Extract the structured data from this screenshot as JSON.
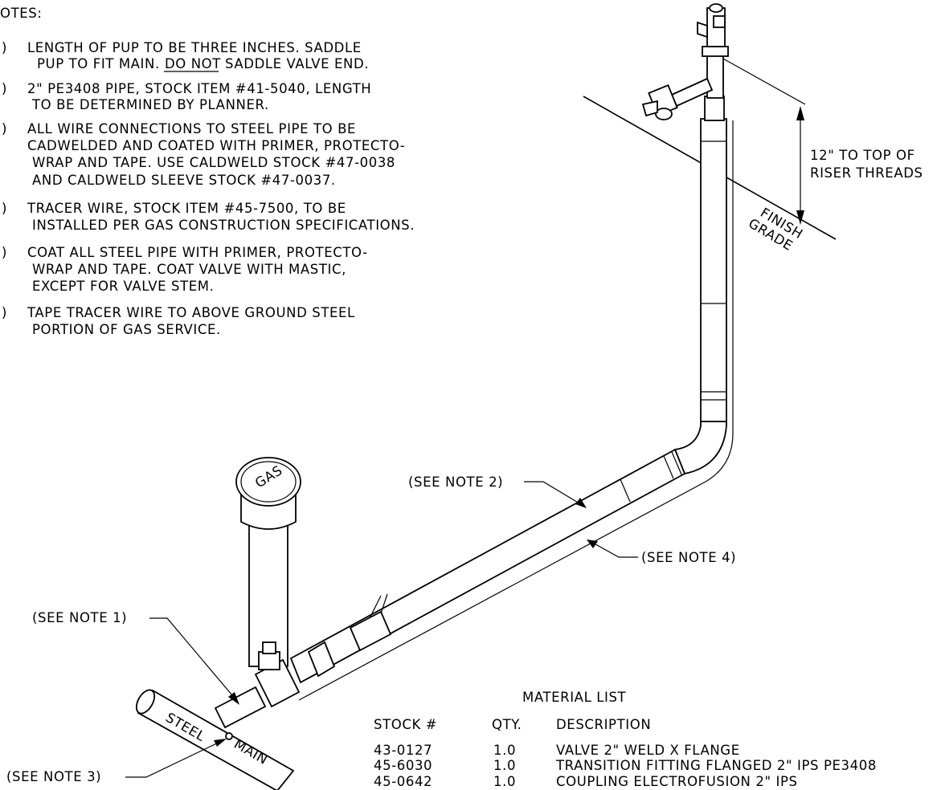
{
  "notes": {
    "heading": "OTES:",
    "items": [
      {
        "marker": ")",
        "lines": [
          "LENGTH OF PUP TO BE THREE INCHES. SADDLE",
          "PUP TO FIT MAIN.",
          "DO NOT",
          "SADDLE VALVE END."
        ]
      },
      {
        "marker": ")",
        "lines": [
          "2\" PE3408 PIPE, STOCK ITEM #41-5040, LENGTH",
          "TO BE DETERMINED BY PLANNER."
        ]
      },
      {
        "marker": ")",
        "lines": [
          "ALL WIRE CONNECTIONS TO STEEL PIPE TO BE",
          "CADWELDED AND COATED WITH PRIMER, PROTECTO-",
          "WRAP AND TAPE.  USE CALDWELD STOCK   #47-0038",
          "AND CALDWELD SLEEVE STOCK #47-0037."
        ]
      },
      {
        "marker": ")",
        "lines": [
          "TRACER WIRE, STOCK ITEM #45-7500, TO BE",
          "INSTALLED PER GAS CONSTRUCTION SPECIFICATIONS."
        ]
      },
      {
        "marker": ")",
        "lines": [
          "COAT ALL STEEL PIPE WITH PRIMER, PROTECTO-",
          "WRAP AND TAPE.  COAT VALVE WITH MASTIC,",
          "EXCEPT FOR VALVE STEM."
        ]
      },
      {
        "marker": ")",
        "lines": [
          "TAPE TRACER WIRE TO ABOVE GROUND STEEL",
          "PORTION OF GAS SERVICE."
        ]
      }
    ]
  },
  "callouts": {
    "riser_dimension": [
      "12\" TO TOP OF",
      "RISER THREADS"
    ],
    "finish_grade": [
      "FINISH",
      "GRADE"
    ],
    "see_note_2": "(SEE NOTE 2)",
    "see_note_4": "(SEE NOTE 4)",
    "see_note_1": "(SEE NOTE 1)",
    "see_note_3": "(SEE NOTE 3)",
    "gas_box_label": "GAS",
    "steel_label": "STEEL",
    "main_label": "MAIN"
  },
  "material_list": {
    "title": "MATERIAL LIST",
    "headers": [
      "STOCK #",
      "QTY.",
      "DESCRIPTION"
    ],
    "rows": [
      [
        "43-0127",
        "1.0",
        "VALVE 2\" WELD X FLANGE"
      ],
      [
        "45-6030",
        "1.0",
        "TRANSITION FITTING FLANGED 2\" IPS PE3408"
      ],
      [
        "45-0642",
        "1.0",
        "COUPLING ELECTROFUSION 2\" IPS"
      ]
    ]
  }
}
